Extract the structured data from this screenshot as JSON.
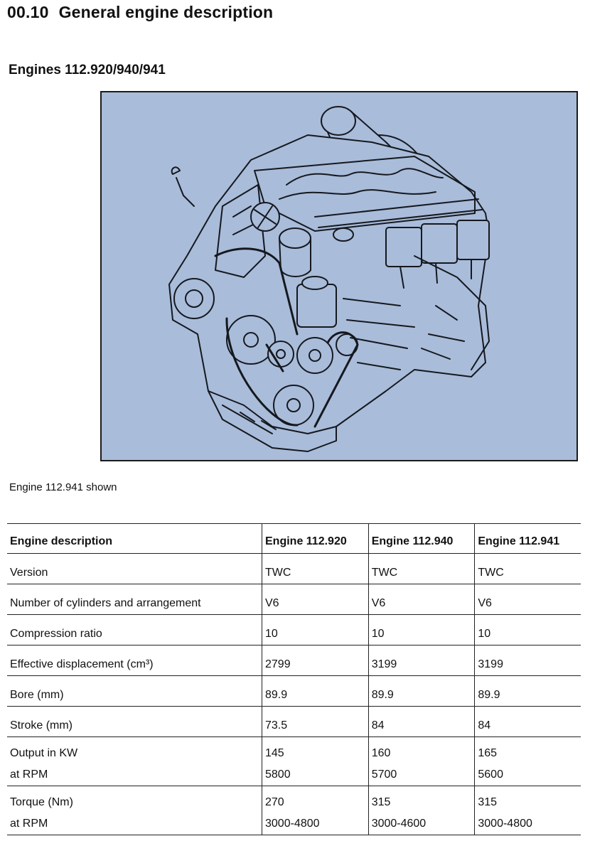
{
  "section": {
    "number": "00.10",
    "title": "General engine description"
  },
  "subtitle": "Engines 112.920/940/941",
  "figure": {
    "icon": "engine-illustration",
    "background": "#a9bcd9"
  },
  "caption": "Engine 112.941 shown",
  "table": {
    "headers": [
      "Engine description",
      "Engine 112.920",
      "Engine 112.940",
      "Engine 112.941"
    ],
    "rows": [
      {
        "label": [
          "Version"
        ],
        "values": [
          [
            "TWC"
          ],
          [
            "TWC"
          ],
          [
            "TWC"
          ]
        ]
      },
      {
        "label": [
          "Number of cylinders and arrangement"
        ],
        "values": [
          [
            "V6"
          ],
          [
            "V6"
          ],
          [
            "V6"
          ]
        ]
      },
      {
        "label": [
          "Compression ratio"
        ],
        "values": [
          [
            "10"
          ],
          [
            "10"
          ],
          [
            "10"
          ]
        ]
      },
      {
        "label": [
          "Effective displacement (cm³)"
        ],
        "values": [
          [
            "2799"
          ],
          [
            "3199"
          ],
          [
            "3199"
          ]
        ]
      },
      {
        "label": [
          "Bore (mm)"
        ],
        "values": [
          [
            "89.9"
          ],
          [
            "89.9"
          ],
          [
            "89.9"
          ]
        ]
      },
      {
        "label": [
          "Stroke (mm)"
        ],
        "values": [
          [
            "73.5"
          ],
          [
            "84"
          ],
          [
            "84"
          ]
        ]
      },
      {
        "label": [
          "Output in KW",
          "at RPM"
        ],
        "values": [
          [
            "145",
            "5800"
          ],
          [
            "160",
            "5700"
          ],
          [
            "165",
            "5600"
          ]
        ]
      },
      {
        "label": [
          "Torque (Nm)",
          "at RPM"
        ],
        "values": [
          [
            "270",
            "3000-4800"
          ],
          [
            "315",
            "3000-4600"
          ],
          [
            "315",
            "3000-4800"
          ]
        ]
      }
    ]
  }
}
